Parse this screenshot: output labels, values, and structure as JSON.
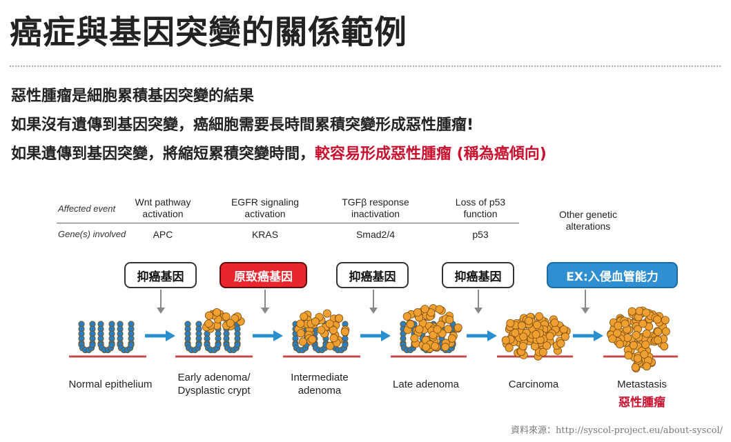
{
  "title": "癌症與基因突變的關係範例",
  "intro": {
    "line1": "惡性腫瘤是細胞累積基因突變的結果",
    "line2": "如果沒有遺傳到基因突變，癌細胞需要長時間累積突變形成惡性腫瘤!",
    "line3_prefix": "如果遺傳到基因突變，將縮短累積突變時間，",
    "line3_highlight": "較容易形成惡性腫瘤 (稱為癌傾向)"
  },
  "diagram": {
    "affected_event_label": "Affected event",
    "genes_label": "Gene(s) involved",
    "events": [
      {
        "event": "Wnt pathway\nactivation",
        "gene": "APC",
        "tag": "抑癌基因",
        "tag_style": "outline"
      },
      {
        "event": "EGFR signaling\nactivation",
        "gene": "KRAS",
        "tag": "原致癌基因",
        "tag_style": "red"
      },
      {
        "event": "TGFβ response\ninactivation",
        "gene": "Smad2/4",
        "tag": "抑癌基因",
        "tag_style": "outline"
      },
      {
        "event": "Loss of p53\nfunction",
        "gene": "p53",
        "tag": "抑癌基因",
        "tag_style": "outline"
      },
      {
        "event": "Other genetic\nalterations",
        "gene": "",
        "tag": "EX:入侵血管能力",
        "tag_style": "blue"
      }
    ],
    "stages": [
      {
        "label": "Normal epithelium"
      },
      {
        "label": "Early adenoma/\nDysplastic crypt"
      },
      {
        "label": "Intermediate\nadenoma"
      },
      {
        "label": "Late adenoma"
      },
      {
        "label": "Carcinoma"
      },
      {
        "label": "Metastasis",
        "sublabel": "惡性腫瘤"
      }
    ],
    "colors": {
      "normal_cell": "#2a7fc0",
      "tumor_cell": "#f0a030",
      "cell_outline": "#7a4e12",
      "basement": "#c24a4a",
      "flow_arrow": "#2a8fd0",
      "gray_arrow": "#888888",
      "highlight_text": "#c8102e"
    }
  },
  "source": "資料來源：http://syscol-project.eu/about-syscol/"
}
